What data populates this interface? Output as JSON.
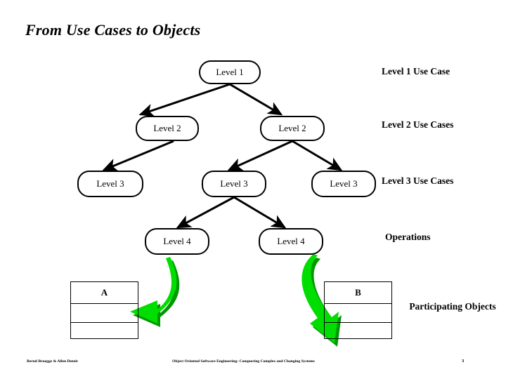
{
  "slide": {
    "title": "From Use Cases to Objects",
    "page_number": "3"
  },
  "diagram": {
    "nodes": [
      {
        "id": "l1",
        "label": "Level 1"
      },
      {
        "id": "l2a",
        "label": "Level 2"
      },
      {
        "id": "l2b",
        "label": "Level 2"
      },
      {
        "id": "l3a",
        "label": "Level 3"
      },
      {
        "id": "l3b",
        "label": "Level 3"
      },
      {
        "id": "l3c",
        "label": "Level 3"
      },
      {
        "id": "l4a",
        "label": "Level 4"
      },
      {
        "id": "l4b",
        "label": "Level 4"
      }
    ],
    "class_boxes": [
      {
        "id": "a",
        "name": "A"
      },
      {
        "id": "b",
        "name": "B"
      }
    ],
    "annotations": [
      {
        "id": "ann1",
        "text": "Level 1 Use Case"
      },
      {
        "id": "ann2",
        "text": "Level 2 Use Cases"
      },
      {
        "id": "ann3",
        "text": "Level 3 Use Cases"
      },
      {
        "id": "ann4",
        "text": "Operations"
      },
      {
        "id": "ann5",
        "text": "Participating Objects"
      }
    ],
    "colors": {
      "arrow_black": "#000000",
      "arrow_green": "#00DD00",
      "arrow_green_shadow": "#009900",
      "node_border": "#000000",
      "background": "#FFFFFF"
    }
  },
  "footer": {
    "authors": "Bernd Bruegge & Allen Dutoit",
    "book": "Object Oriented Software Engineering: Conquering Complex and Changing Systems"
  }
}
